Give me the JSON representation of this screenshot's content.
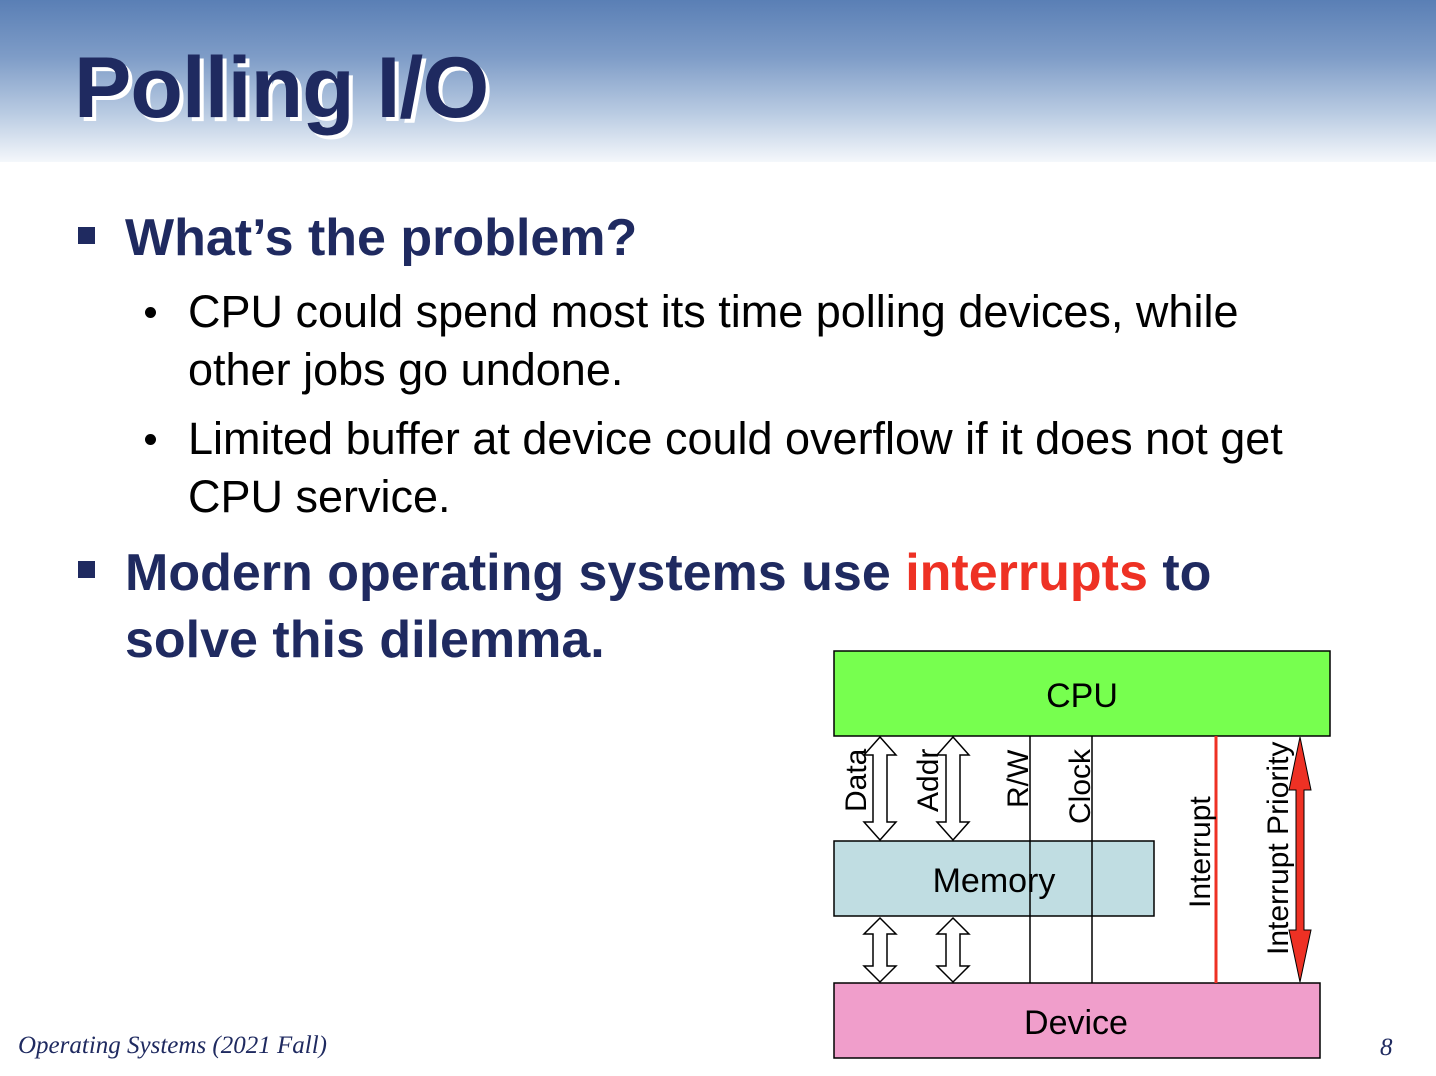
{
  "slide": {
    "title": "Polling I/O",
    "bullet1": "What’s the problem?",
    "sub1_line1": "CPU could spend most its time polling devices, while",
    "sub1_line2": "other jobs go undone.",
    "sub2_line1": "Limited buffer at device could overflow if it does not get",
    "sub2_line2": "CPU service.",
    "bullet2_part1": "Modern operating systems use ",
    "bullet2_highlight": "interrupts",
    "bullet2_part2": " to",
    "bullet2_line2": "solve this dilemma.",
    "highlight_color": "#ee3124"
  },
  "diagram": {
    "cpu_label": "CPU",
    "memory_label": "Memory",
    "device_label": "Device",
    "lines": {
      "data": "Data",
      "addr": "Addr",
      "rw": "R/W",
      "clock": "Clock",
      "interrupt": "Interrupt",
      "interrupt_priority": "Interrupt Priority"
    },
    "colors": {
      "cpu": "#77ff4f",
      "memory": "#c0dde2",
      "device": "#f09ecb",
      "interrupt_line": "#ee3124"
    }
  },
  "footer": {
    "course": "Operating Systems (2021 Fall)",
    "page_number": "8"
  }
}
